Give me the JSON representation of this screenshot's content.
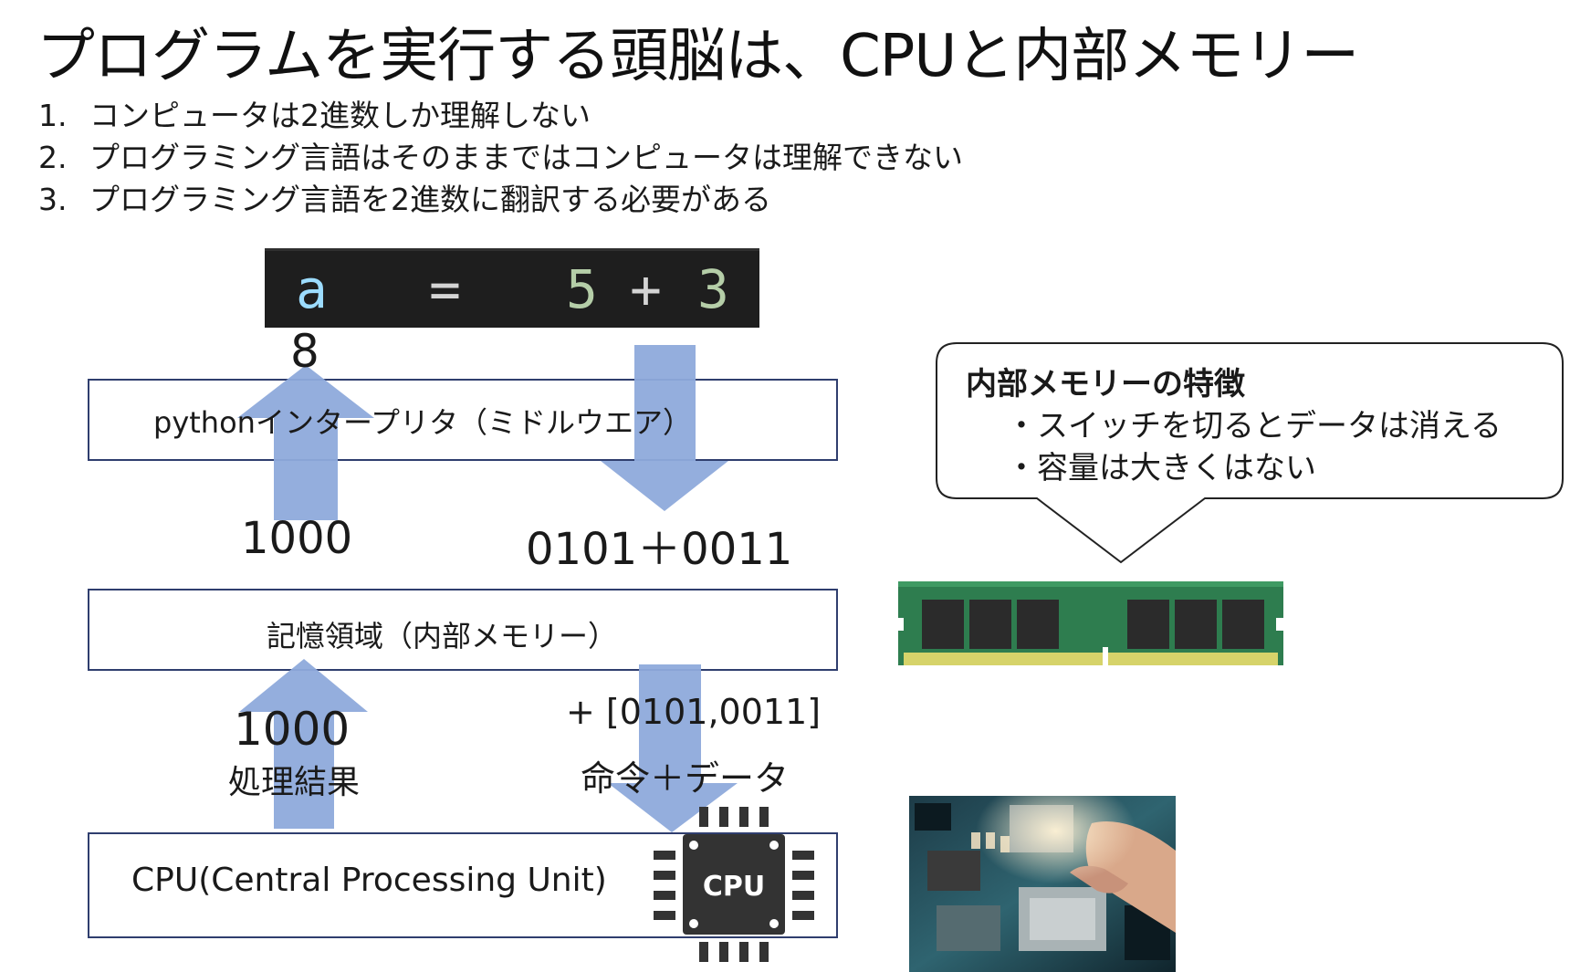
{
  "title": "プログラムを実行する頭脳は、CPUと内部メモリー",
  "points": [
    {
      "num": "1.",
      "text": "コンピュータは2進数しか理解しない"
    },
    {
      "num": "2.",
      "text": "プログラミング言語はそのままではコンピュータは理解できない"
    },
    {
      "num": "3.",
      "text": "プログラミング言語を2進数に翻訳する必要がある"
    }
  ],
  "code": {
    "var": "a",
    "eq": "=",
    "a": "5",
    "op": "+",
    "b": "3"
  },
  "labels": {
    "result_top": "8",
    "result_binary_top": "1000",
    "binary_expr": "0101＋0011",
    "result_binary_bottom": "1000",
    "processing_result": "処理結果",
    "instruction_data": "+ [0101,0011]",
    "instruction_caption": "命令＋データ"
  },
  "boxes": {
    "interpreter": "pythonインタープリタ（ミドルウエア）",
    "memory": "記憶領域（内部メモリー）",
    "cpu": "CPU(Central Processing Unit)"
  },
  "chip_label": "CPU",
  "bubble": {
    "title": "内部メモリーの特徴",
    "items": [
      "・スイッチを切るとデータは消える",
      "・容量は大きくはない"
    ]
  },
  "colors": {
    "arrow": "#8eaadb",
    "box_border": "#2f3e6e",
    "code_bg": "#1e1e1e",
    "code_var": "#9cdcfe",
    "code_num": "#b5cea8",
    "ram_pcb": "#2e7d4f",
    "chip": "#333333"
  }
}
